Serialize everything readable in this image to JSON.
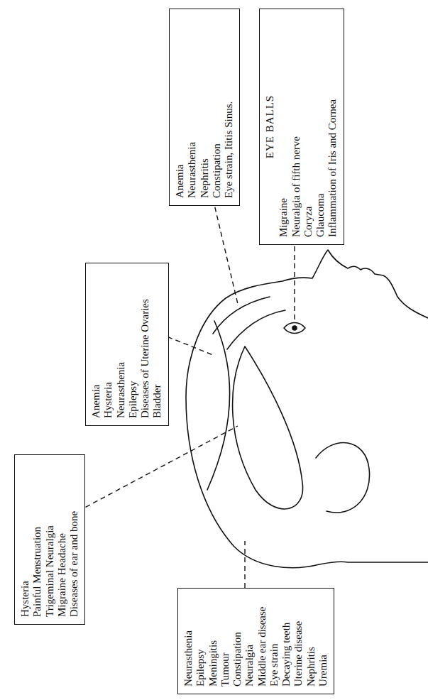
{
  "diagram": {
    "nodes": [
      {
        "text": [
          "Anemia",
          "Neurasthenia",
          "Nephritis",
          "Constipation",
          "Eye strain, Ititis Sinus."
        ]
      },
      {
        "text": [
          "EYE BALLS",
          "Migraine",
          "Neuralgia of fifth nerve",
          "Coryza",
          "Glaucoma",
          "Inflammation of Iris and Cornea"
        ]
      },
      {
        "text": [
          "Anemia",
          "Hysteria",
          "Neurasthenia",
          "Epilepsy",
          "Diseases of Uterine Ovaries Bladder"
        ]
      },
      {
        "text": [
          "Hysteria",
          "Painful Menstruation",
          "Trigeminal Neuralgia",
          "Migraine Headache",
          "Diseases of ear and bone"
        ]
      },
      {
        "text": [
          "Neurasthenia",
          "Epilepsy",
          "Meningitis",
          "Tumour",
          "Constipation",
          "Neuralgia",
          "Middle ear disease",
          "Eye strain",
          "Decaying teeth",
          "Uterine disease",
          "Nephritis",
          "Uremia"
        ]
      }
    ]
  }
}
